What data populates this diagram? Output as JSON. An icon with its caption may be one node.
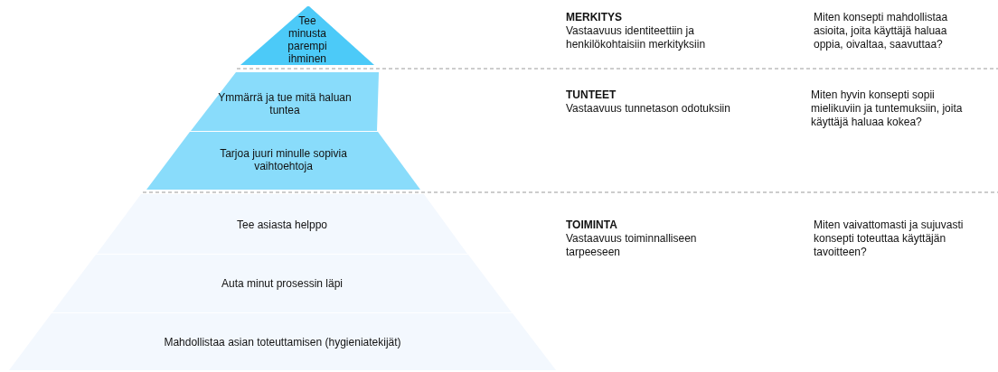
{
  "diagram": {
    "nodes": [
      {
        "text": [
          "Tee minusta parempi ihminen"
        ]
      },
      {
        "text": [
          "Ymmärrä ja tue mitä haluan tuntea"
        ]
      },
      {
        "text": [
          "Tarjoa juuri minulle sopivia vaihtoehtoja"
        ]
      },
      {
        "text": [
          "Tee asiasta helppo"
        ]
      },
      {
        "text": [
          "Auta minut prosessin läpi"
        ]
      },
      {
        "text": [
          "Mahdollistaa asian toteuttamisen (hygieniatekijät)"
        ]
      }
    ],
    "labels": [
      "MERKITYS",
      "Vastaavuus identiteettiin ja henkilökohtaisiin merkityksiin",
      "Miten konsepti mahdollistaa asioita, joita käyttäjä haluaa oppia, oivaltaa, saavuttaa?",
      "TUNTEET",
      "Vastaavuus tunnetason odotuksiin",
      "Miten hyvin konsepti sopii mielikuviin ja tuntemuksiin, joita käyttäjä haluaa kokea?",
      "TOIMINTA",
      "Vastaavuus toiminnalliseen tarpeeseen",
      "Miten vaivattomasti ja sujuvasti konsepti toteuttaa käyttäjän tavoitteen?"
    ]
  }
}
